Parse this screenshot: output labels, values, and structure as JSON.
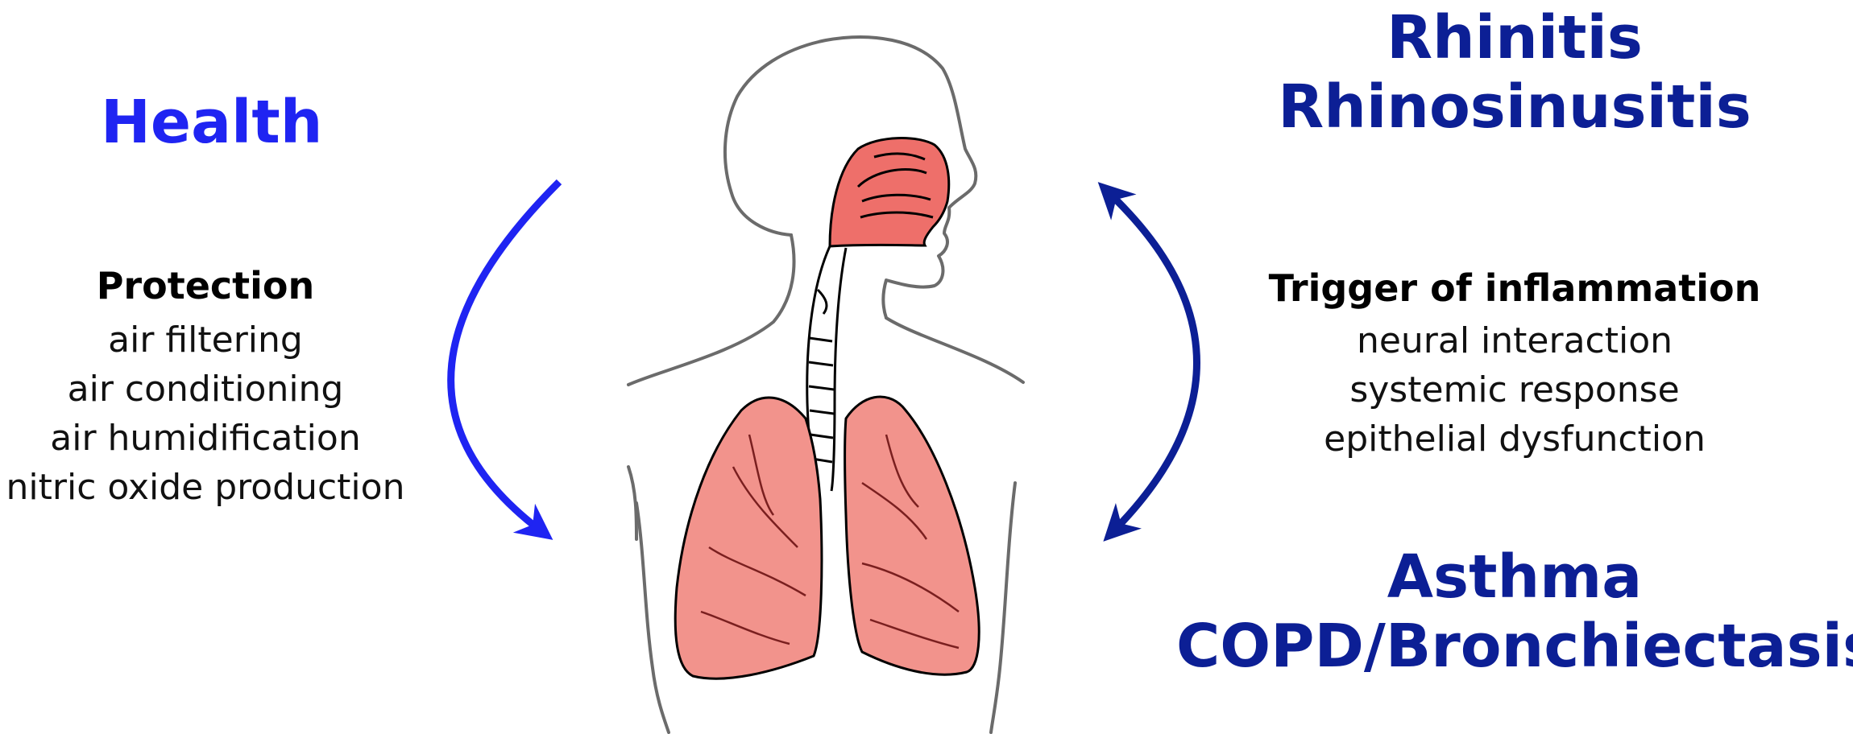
{
  "health": {
    "title": "Health",
    "color": "#1f24f2",
    "protection": {
      "heading": "Protection",
      "items": [
        "air filtering",
        "air conditioning",
        "air humidification",
        "nitric oxide production"
      ]
    }
  },
  "upper_airway_disease": {
    "lines": [
      "Rhinitis",
      "Rhinosinusitis"
    ],
    "color": "#0c1f95"
  },
  "lower_airway_disease": {
    "lines": [
      "Asthma",
      "COPD/Bronchiectasis"
    ],
    "color": "#0c1f95"
  },
  "inflammation": {
    "heading": "Trigger of inflammation",
    "items": [
      "neural interaction",
      "systemic response",
      "epithelial dysfunction"
    ]
  },
  "illustration": {
    "nasal_cavity_color": "#ee6f6a",
    "lung_color": "#f2938c",
    "outline_color": "#6b6b6b"
  }
}
